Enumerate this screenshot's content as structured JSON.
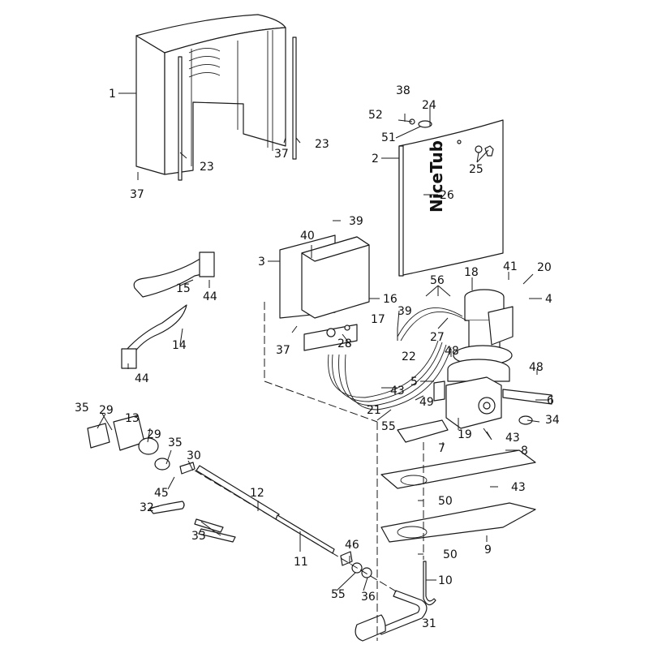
{
  "diagram": {
    "title": "NiceTub exploded parts view",
    "brand_logo_text": "NiceTub",
    "colors": {
      "background": "#ffffff",
      "line": "#1a1a1a"
    },
    "parts": [
      {
        "id": "cover",
        "number": "1"
      },
      {
        "id": "front-door-panel",
        "number": "2"
      },
      {
        "id": "control-box-bracket",
        "number": "3"
      },
      {
        "id": "cable-clip",
        "number": "4"
      },
      {
        "id": "gearbox-bracket",
        "number": "5"
      },
      {
        "id": "angle-rail",
        "number": "6"
      },
      {
        "id": "base-bracket",
        "number": "7"
      },
      {
        "id": "upper-foundation-plate",
        "number": "8"
      },
      {
        "id": "lower-foundation-plate",
        "number": "9"
      },
      {
        "id": "anchor-bolt",
        "number": "10"
      },
      {
        "id": "release-shaft",
        "number": "11"
      },
      {
        "id": "main-shaft",
        "number": "12"
      },
      {
        "id": "gear",
        "number": "13"
      },
      {
        "id": "lower-lever-arm",
        "number": "14"
      },
      {
        "id": "upper-lever-arm",
        "number": "15"
      },
      {
        "id": "control-box",
        "number": "16"
      },
      {
        "id": "cable-gland",
        "number": "17"
      },
      {
        "id": "motor",
        "number": "18"
      },
      {
        "id": "gearbox",
        "number": "19"
      },
      {
        "id": "capacitor-clamp",
        "number": "20"
      },
      {
        "id": "wiring-harness",
        "number": "21"
      },
      {
        "id": "motor-cable",
        "number": "22"
      },
      {
        "id": "guide-rod",
        "number": "23"
      },
      {
        "id": "hinge-pin",
        "number": "24"
      },
      {
        "id": "lock-and-key",
        "number": "25"
      },
      {
        "id": "logo-label",
        "number": "26"
      },
      {
        "id": "connector",
        "number": "27"
      },
      {
        "id": "grommet",
        "number": "28"
      },
      {
        "id": "bearing",
        "number": "29"
      },
      {
        "id": "spring",
        "number": "30"
      },
      {
        "id": "release-crank",
        "number": "31"
      },
      {
        "id": "key-pin",
        "number": "32"
      },
      {
        "id": "keys",
        "number": "33"
      },
      {
        "id": "circlip-ring",
        "number": "34"
      },
      {
        "id": "snap-ring",
        "number": "35"
      },
      {
        "id": "end-washer",
        "number": "36"
      },
      {
        "id": "screw",
        "number": "37"
      },
      {
        "id": "hinge-screw",
        "number": "38"
      },
      {
        "id": "box-screw",
        "number": "39"
      },
      {
        "id": "box-insert",
        "number": "40"
      },
      {
        "id": "clamp-screw",
        "number": "41"
      },
      {
        "id": "bolt",
        "number": "43"
      },
      {
        "id": "lever-screw",
        "number": "44"
      },
      {
        "id": "ball",
        "number": "45"
      },
      {
        "id": "grub-screw",
        "number": "46"
      },
      {
        "id": "nut",
        "number": "48"
      },
      {
        "id": "lock-nut",
        "number": "49"
      },
      {
        "id": "anchor-nut",
        "number": "50"
      },
      {
        "id": "washer",
        "number": "51"
      },
      {
        "id": "spring-washer",
        "number": "52"
      },
      {
        "id": "flat-washer",
        "number": "55"
      },
      {
        "id": "terminal-connectors",
        "number": "56"
      }
    ],
    "callouts": {
      "c1": "1",
      "c2": "2",
      "c3": "3",
      "c4": "4",
      "c5": "5",
      "c6": "6",
      "c7": "7",
      "c8": "8",
      "c9": "9",
      "c10": "10",
      "c11": "11",
      "c12": "12",
      "c13": "13",
      "c14": "14",
      "c15": "15",
      "c16": "16",
      "c17": "17",
      "c18": "18",
      "c19": "19",
      "c20": "20",
      "c21": "21",
      "c22": "22",
      "c23a": "23",
      "c23b": "23",
      "c24": "24",
      "c25": "25",
      "c26": "26",
      "c27": "27",
      "c28": "28",
      "c29a": "29",
      "c29b": "29",
      "c30": "30",
      "c31": "31",
      "c32": "32",
      "c33": "33",
      "c34": "34",
      "c35a": "35",
      "c35b": "35",
      "c36": "36",
      "c37a": "37",
      "c37b": "37",
      "c37c": "37",
      "c38": "38",
      "c39a": "39",
      "c39b": "39",
      "c40": "40",
      "c41": "41",
      "c43a": "43",
      "c43b": "43",
      "c43c": "43",
      "c44a": "44",
      "c44b": "44",
      "c45": "45",
      "c46": "46",
      "c48a": "48",
      "c48b": "48",
      "c49": "49",
      "c50a": "50",
      "c50b": "50",
      "c51": "51",
      "c52": "52",
      "c55a": "55",
      "c55b": "55",
      "c56": "56"
    }
  }
}
